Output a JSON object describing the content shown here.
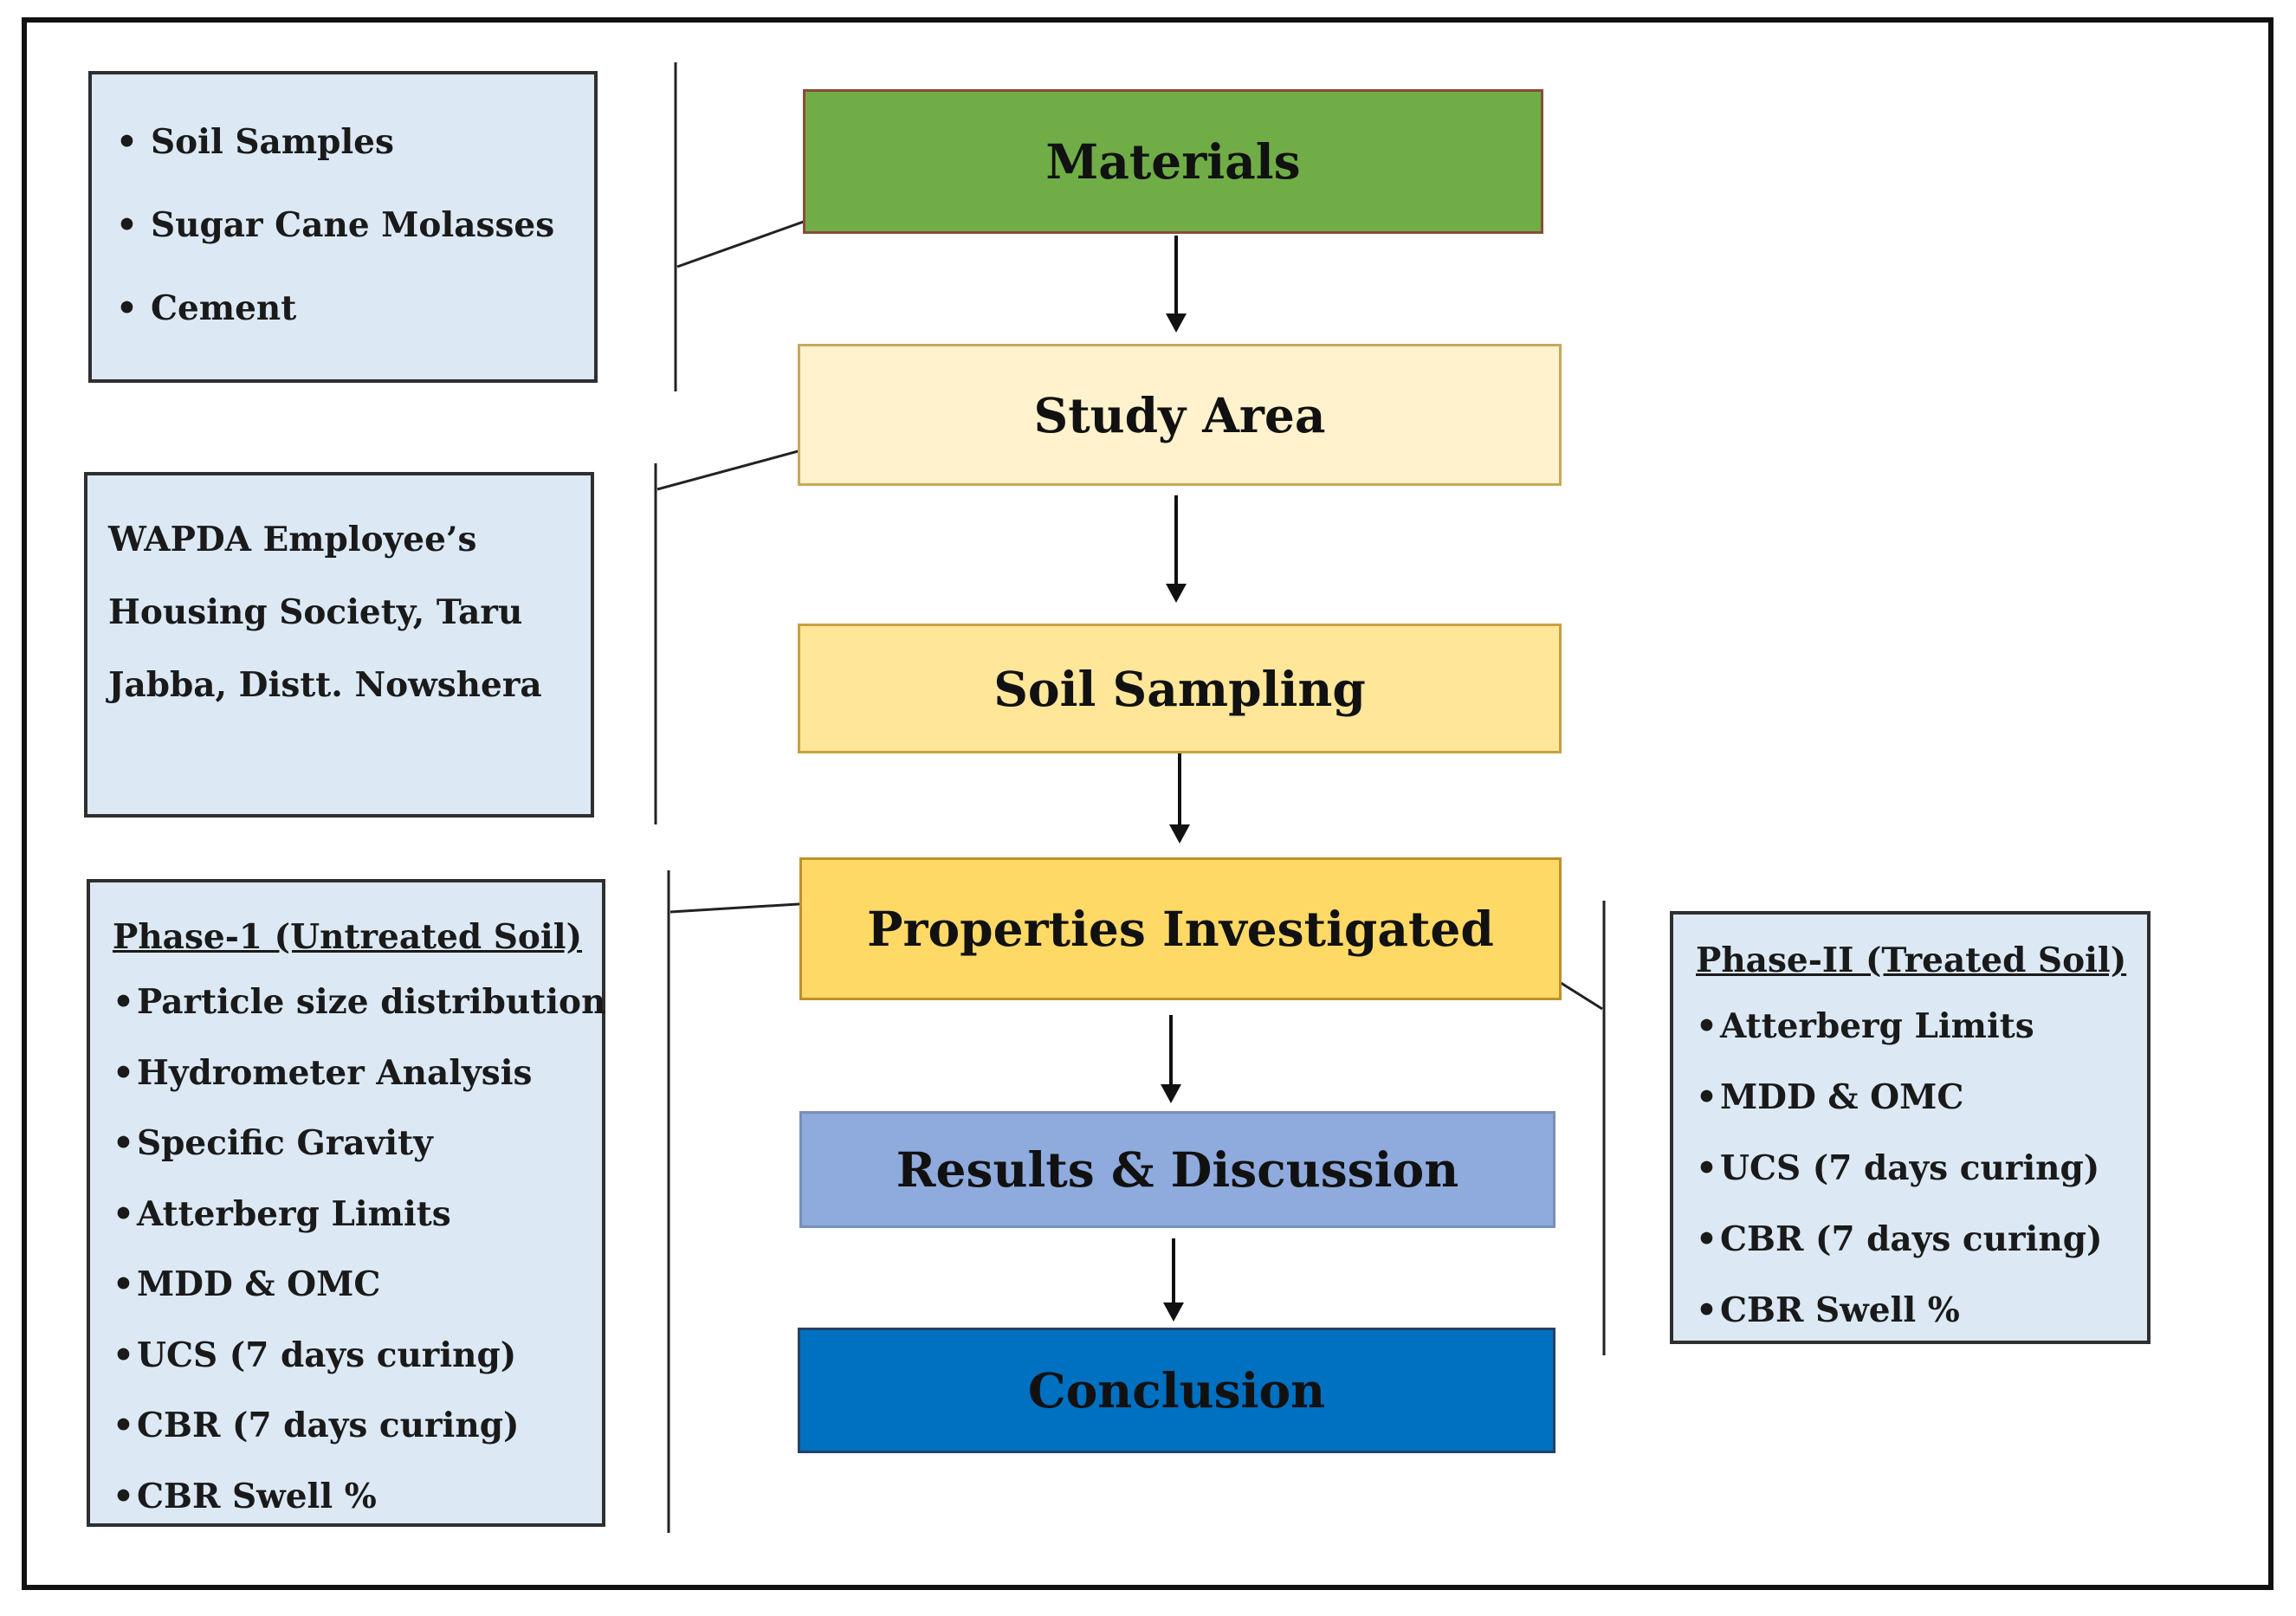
{
  "colors": {
    "materials": "#70ad47",
    "study_area": "#fff2cc",
    "soil_sampling": "#ffe699",
    "properties": "#ffd966",
    "results": "#8faadc",
    "conclusion": "#0070c0",
    "side_box": "#dce9f5"
  },
  "flow": {
    "materials": "Materials",
    "study_area": "Study Area",
    "soil_sampling": "Soil Sampling",
    "properties": "Properties Investigated",
    "results": "Results & Discussion",
    "conclusion": "Conclusion"
  },
  "materials_box": {
    "items": [
      "Soil Samples",
      "Sugar Cane Molasses",
      "Cement"
    ]
  },
  "study_box": {
    "lines": [
      "WAPDA Employee’s",
      "Housing Society, Taru",
      "Jabba, Distt. Nowshera"
    ]
  },
  "phase1": {
    "title": "Phase-1 (Untreated Soil)",
    "items": [
      "Particle size distribution",
      "Hydrometer Analysis",
      "Specific Gravity",
      "Atterberg Limits",
      "MDD & OMC",
      "UCS (7 days curing)",
      "CBR (7 days curing)",
      "CBR Swell %"
    ]
  },
  "phase2": {
    "title": "Phase-II (Treated Soil)",
    "items": [
      "Atterberg Limits",
      "MDD & OMC",
      "UCS (7 days curing)",
      "CBR (7 days curing)",
      "CBR Swell %"
    ]
  }
}
